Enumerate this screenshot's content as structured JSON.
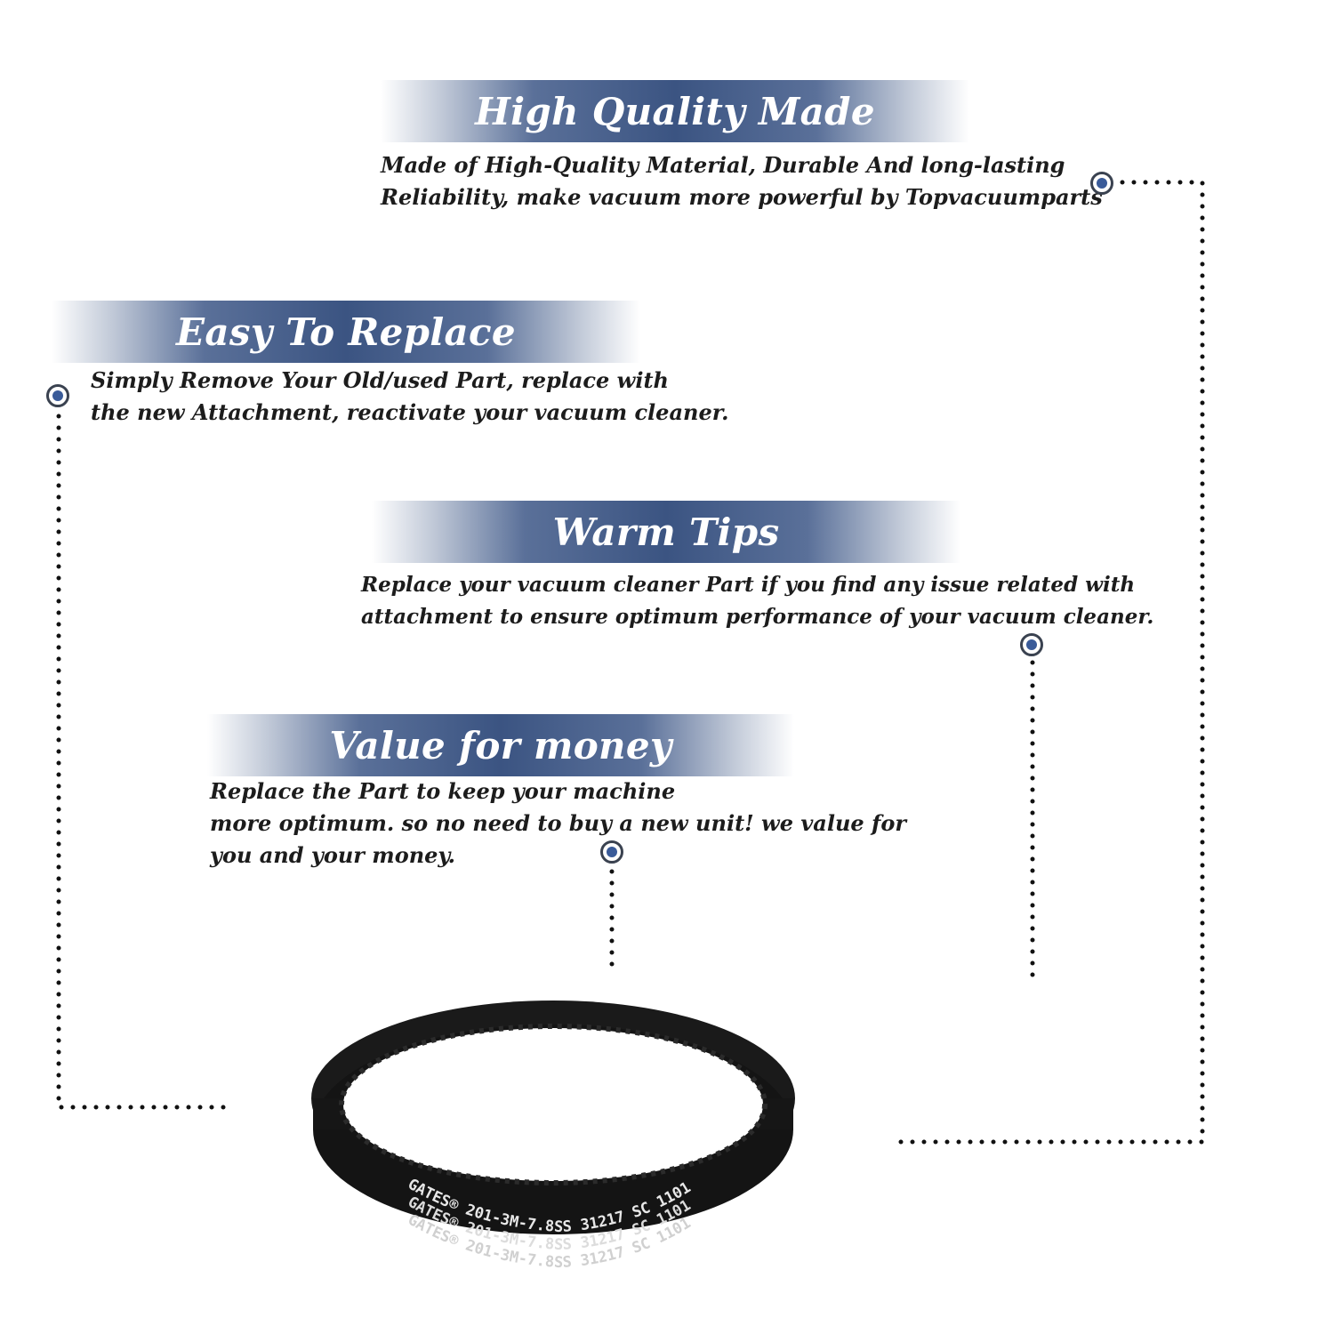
{
  "sections": [
    {
      "title": "High Quality Made",
      "lines": [
        "Made of  High-Quality Material, Durable And long-lasting",
        "Reliability, make vacuum more powerful by Topvacuumparts"
      ]
    },
    {
      "title": "Easy To Replace",
      "lines": [
        "Simply Remove Your Old/used Part, replace with",
        "the new Attachment, reactivate your vacuum cleaner."
      ]
    },
    {
      "title": "Warm Tips",
      "lines": [
        "Replace your vacuum cleaner Part if you find any issue related with",
        " attachment to ensure optimum performance of your vacuum cleaner."
      ]
    },
    {
      "title": "Value for money",
      "lines": [
        "Replace the Part to keep your machine",
        "more optimum. so no need to buy a new unit! we value for",
        "you and your money."
      ]
    }
  ],
  "product": {
    "belt_print": "GATES® 201-3M-7.8SS  31217 SC 1101"
  },
  "colors": {
    "banner_blue": "#3b5482",
    "marker_dot": "#3a5b99",
    "text": "#1c1c1c"
  }
}
